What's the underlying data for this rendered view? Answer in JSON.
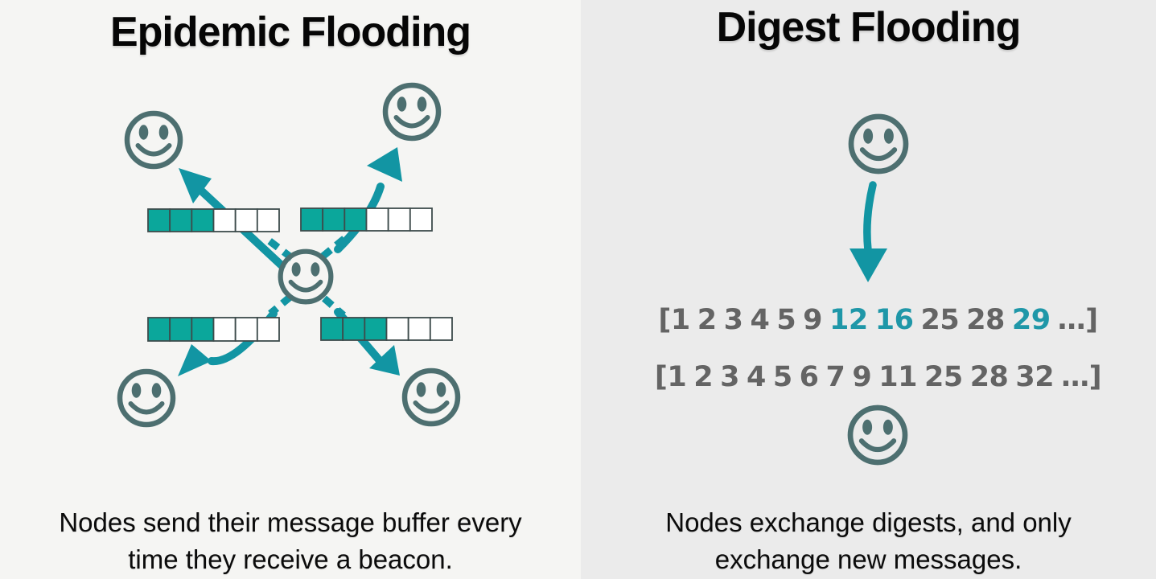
{
  "left": {
    "title": "Epidemic Flooding",
    "caption": [
      "Nodes send their message buffer every",
      "time they receive a beacon."
    ],
    "buffers": [
      {
        "filled": 3,
        "total": 6
      },
      {
        "filled": 3,
        "total": 6
      },
      {
        "filled": 3,
        "total": 6
      },
      {
        "filled": 3,
        "total": 6
      }
    ]
  },
  "right": {
    "title": "Digest Flooding",
    "digest_rows": [
      {
        "tokens": [
          {
            "t": "[1"
          },
          {
            "t": "2"
          },
          {
            "t": "3"
          },
          {
            "t": "4"
          },
          {
            "t": "5"
          },
          {
            "t": "9"
          },
          {
            "t": "12",
            "hl": true
          },
          {
            "t": "16",
            "hl": true
          },
          {
            "t": "25"
          },
          {
            "t": "28"
          },
          {
            "t": "29",
            "hl": true
          },
          {
            "t": "…]"
          }
        ]
      },
      {
        "tokens": [
          {
            "t": "[1"
          },
          {
            "t": "2"
          },
          {
            "t": "3"
          },
          {
            "t": "4"
          },
          {
            "t": "5"
          },
          {
            "t": "6"
          },
          {
            "t": "7"
          },
          {
            "t": "9"
          },
          {
            "t": "11"
          },
          {
            "t": "25"
          },
          {
            "t": "28"
          },
          {
            "t": "32"
          },
          {
            "t": "…]"
          }
        ]
      }
    ],
    "caption": [
      "Nodes exchange digests, and only",
      "exchange new messages."
    ]
  },
  "colors": {
    "background_left": "#f5f5f3",
    "background_right": "#ebebeb",
    "arrow_teal": "#1295a3",
    "buffer_fill": "#0ba79b",
    "buffer_empty": "#ffffff",
    "cell_border": "#3d4b4b",
    "smiley_outline": "#4d6f70",
    "digest_gray": "#646464",
    "digest_teal": "#1f97a8",
    "text": "#0b0b0b"
  }
}
